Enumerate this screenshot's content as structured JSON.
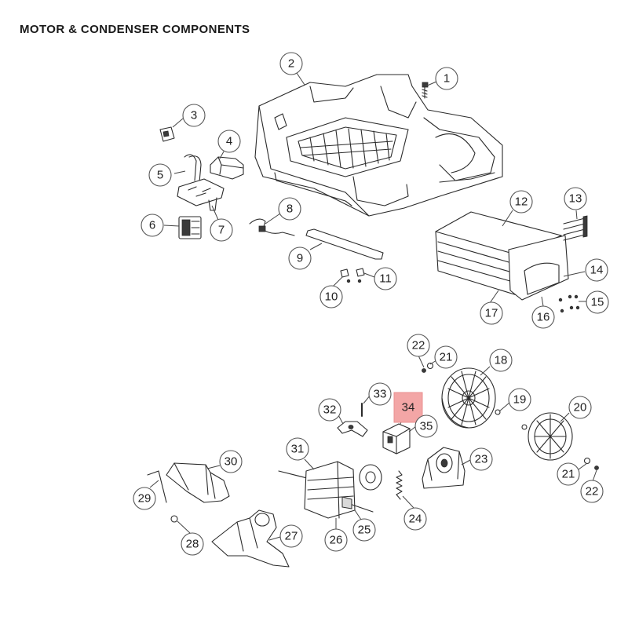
{
  "title": "MOTOR & CONDENSER COMPONENTS",
  "highlight_color": "#f3a6a6",
  "highlighted_part": "34",
  "callouts": [
    {
      "id": "1",
      "label": "1"
    },
    {
      "id": "2",
      "label": "2"
    },
    {
      "id": "3",
      "label": "3"
    },
    {
      "id": "4",
      "label": "4"
    },
    {
      "id": "5",
      "label": "5"
    },
    {
      "id": "6",
      "label": "6"
    },
    {
      "id": "7",
      "label": "7"
    },
    {
      "id": "8",
      "label": "8"
    },
    {
      "id": "9",
      "label": "9"
    },
    {
      "id": "10",
      "label": "10"
    },
    {
      "id": "11",
      "label": "11"
    },
    {
      "id": "12",
      "label": "12"
    },
    {
      "id": "13",
      "label": "13"
    },
    {
      "id": "14",
      "label": "14"
    },
    {
      "id": "15",
      "label": "15"
    },
    {
      "id": "16",
      "label": "16"
    },
    {
      "id": "17",
      "label": "17"
    },
    {
      "id": "18",
      "label": "18"
    },
    {
      "id": "19",
      "label": "19"
    },
    {
      "id": "20",
      "label": "20"
    },
    {
      "id": "21a",
      "label": "21"
    },
    {
      "id": "21b",
      "label": "21"
    },
    {
      "id": "22a",
      "label": "22"
    },
    {
      "id": "22b",
      "label": "22"
    },
    {
      "id": "23",
      "label": "23"
    },
    {
      "id": "24",
      "label": "24"
    },
    {
      "id": "25",
      "label": "25"
    },
    {
      "id": "26",
      "label": "26"
    },
    {
      "id": "27",
      "label": "27"
    },
    {
      "id": "28",
      "label": "28"
    },
    {
      "id": "29",
      "label": "29"
    },
    {
      "id": "30",
      "label": "30"
    },
    {
      "id": "31",
      "label": "31"
    },
    {
      "id": "32",
      "label": "32"
    },
    {
      "id": "33",
      "label": "33"
    },
    {
      "id": "34",
      "label": "34"
    },
    {
      "id": "35",
      "label": "35"
    }
  ]
}
